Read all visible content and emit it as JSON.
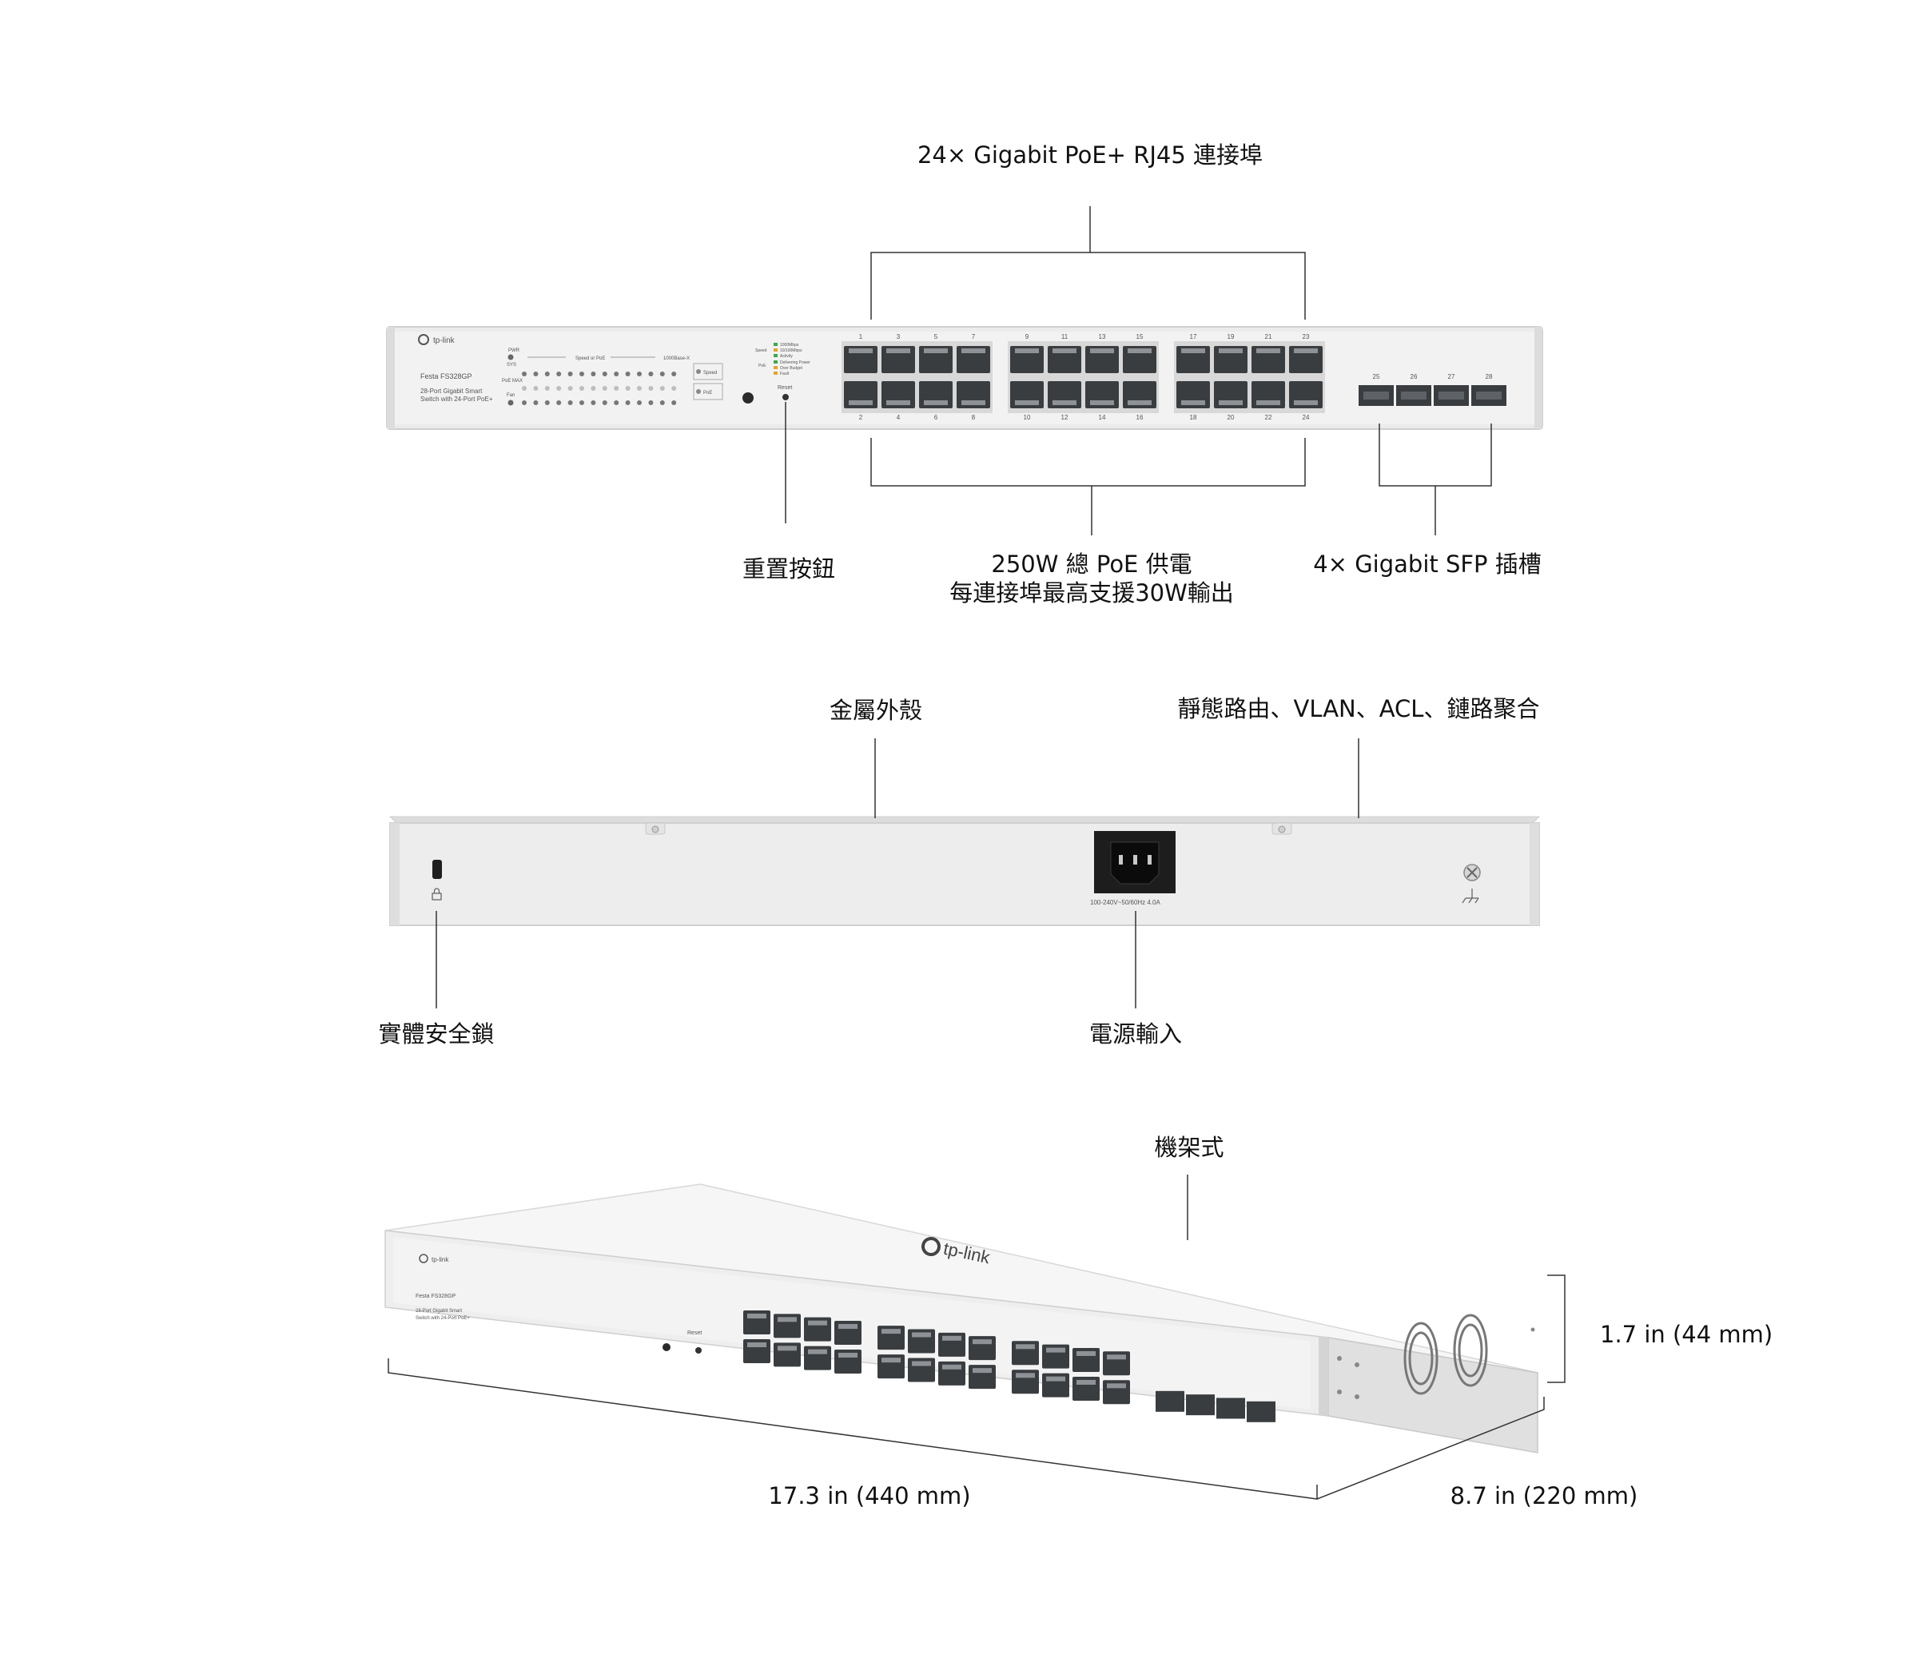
{
  "front_view": {
    "brand": "tp-link",
    "model": "Festa FS328GP",
    "description_line1": "28-Port Gigabit Smart",
    "description_line2": "Switch with 24-Port PoE+",
    "led_labels": [
      "PWR",
      "SYS",
      "PoE MAX",
      "Fan"
    ],
    "speed_header": "Speed or PoE",
    "sfp_header": "1000Base-X",
    "mode_speed": "Speed",
    "mode_poe": "PoE",
    "legend": [
      "1000Mbps",
      "10/100Mbps",
      "Activity",
      "Delivering Power",
      "Over Budget",
      "Fault"
    ],
    "reset_label": "Reset",
    "rj45_top_numbers": [
      "1",
      "3",
      "5",
      "7",
      "9",
      "11",
      "13",
      "15",
      "17",
      "19",
      "21",
      "23"
    ],
    "rj45_bottom_numbers": [
      "2",
      "4",
      "6",
      "8",
      "10",
      "12",
      "14",
      "16",
      "18",
      "20",
      "22",
      "24"
    ],
    "sfp_numbers": [
      "25",
      "26",
      "27",
      "28"
    ]
  },
  "callouts": {
    "rj45_ports": "24× Gigabit PoE+ RJ45 連接埠",
    "reset_button": "重置按鈕",
    "poe_line1": "250W 總 PoE 供電",
    "poe_line2": "每連接埠最高支援30W輸出",
    "sfp_slots": "4× Gigabit SFP 插槽",
    "metal_case": "金屬外殼",
    "features": "靜態路由、VLAN、ACL、鏈路聚合",
    "security_lock": "實體安全鎖",
    "power_input": "電源輸入",
    "rack_mount": "機架式"
  },
  "rear_view": {
    "power_rating": "100-240V~50/60Hz 4.0A"
  },
  "dimensions": {
    "height": "1.7 in (44 mm)",
    "width": "17.3 in (440 mm)",
    "depth": "8.7 in (220 mm)"
  },
  "colors": {
    "chassis": "#ececec",
    "chassis_edge": "#d4d4d4",
    "port": "#3a3d40",
    "line": "#333333"
  }
}
